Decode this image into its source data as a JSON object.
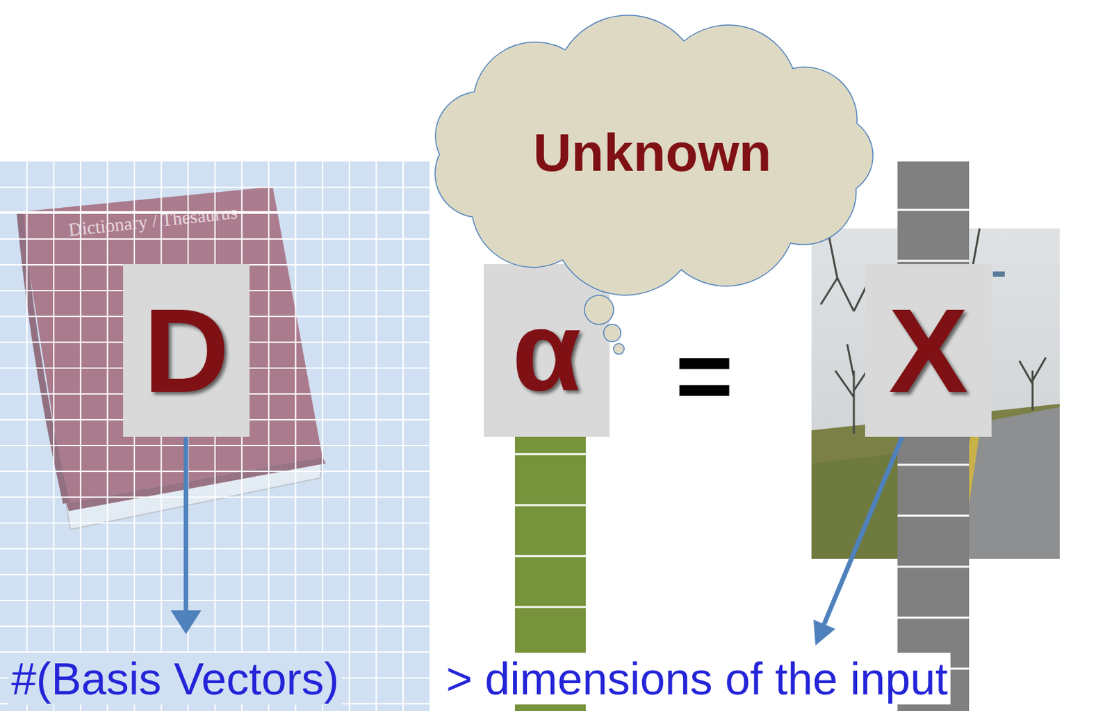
{
  "diagram": {
    "nodes": [
      {
        "text": [
          "D"
        ]
      },
      {
        "text": [
          "Unknown"
        ]
      },
      {
        "text": [
          "α"
        ]
      },
      {
        "text": [
          "X"
        ]
      }
    ],
    "labels": [
      "=",
      "#(Basis Vectors)",
      "> dimensions of the input",
      "Dictionary / Thesaurus"
    ]
  }
}
